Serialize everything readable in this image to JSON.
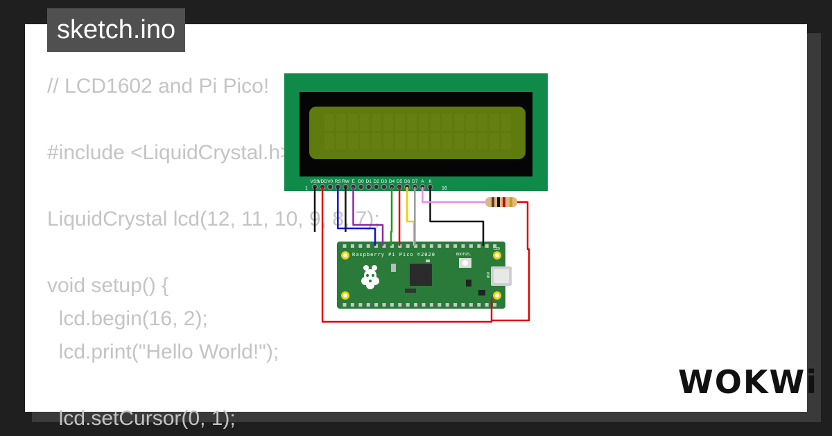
{
  "title": "sketch.ino",
  "code_lines": [
    "// LCD1602 and Pi Pico!",
    "",
    "#include <LiquidCrystal.h>",
    "",
    "LiquidCrystal lcd(12, 11, 10, 9, 8, 7);",
    "",
    "void setup() {",
    "  lcd.begin(16, 2);",
    "  lcd.print(\"Hello World!\");",
    "",
    "  lcd.setCursor(0, 1);"
  ],
  "lcd": {
    "pin_labels": [
      "VSS",
      "VDD",
      "V0",
      "RS",
      "RW",
      "E",
      "D0",
      "D1",
      "D2",
      "D3",
      "D4",
      "D5",
      "D6",
      "D7",
      "A",
      "K"
    ],
    "pin_first": "1",
    "pin_last": "16"
  },
  "pico": {
    "label": "Raspberry Pi Pico ©2020",
    "bootsel": "BOOTSEL",
    "usb": "USB",
    "led": "LED"
  },
  "brand": "WOKWi",
  "colors": {
    "lcd_board": "#0f8a49",
    "lcd_screen": "#5f7a0d",
    "pico_board": "#2a7a3a",
    "wire_red": "#e00000",
    "wire_black": "#111111",
    "wire_blue": "#1111dd",
    "wire_purple": "#8a2aa0",
    "wire_green": "#1d9a1d",
    "wire_yellow": "#f2cc00",
    "wire_grey": "#999999",
    "wire_pink": "#ee88ee"
  }
}
